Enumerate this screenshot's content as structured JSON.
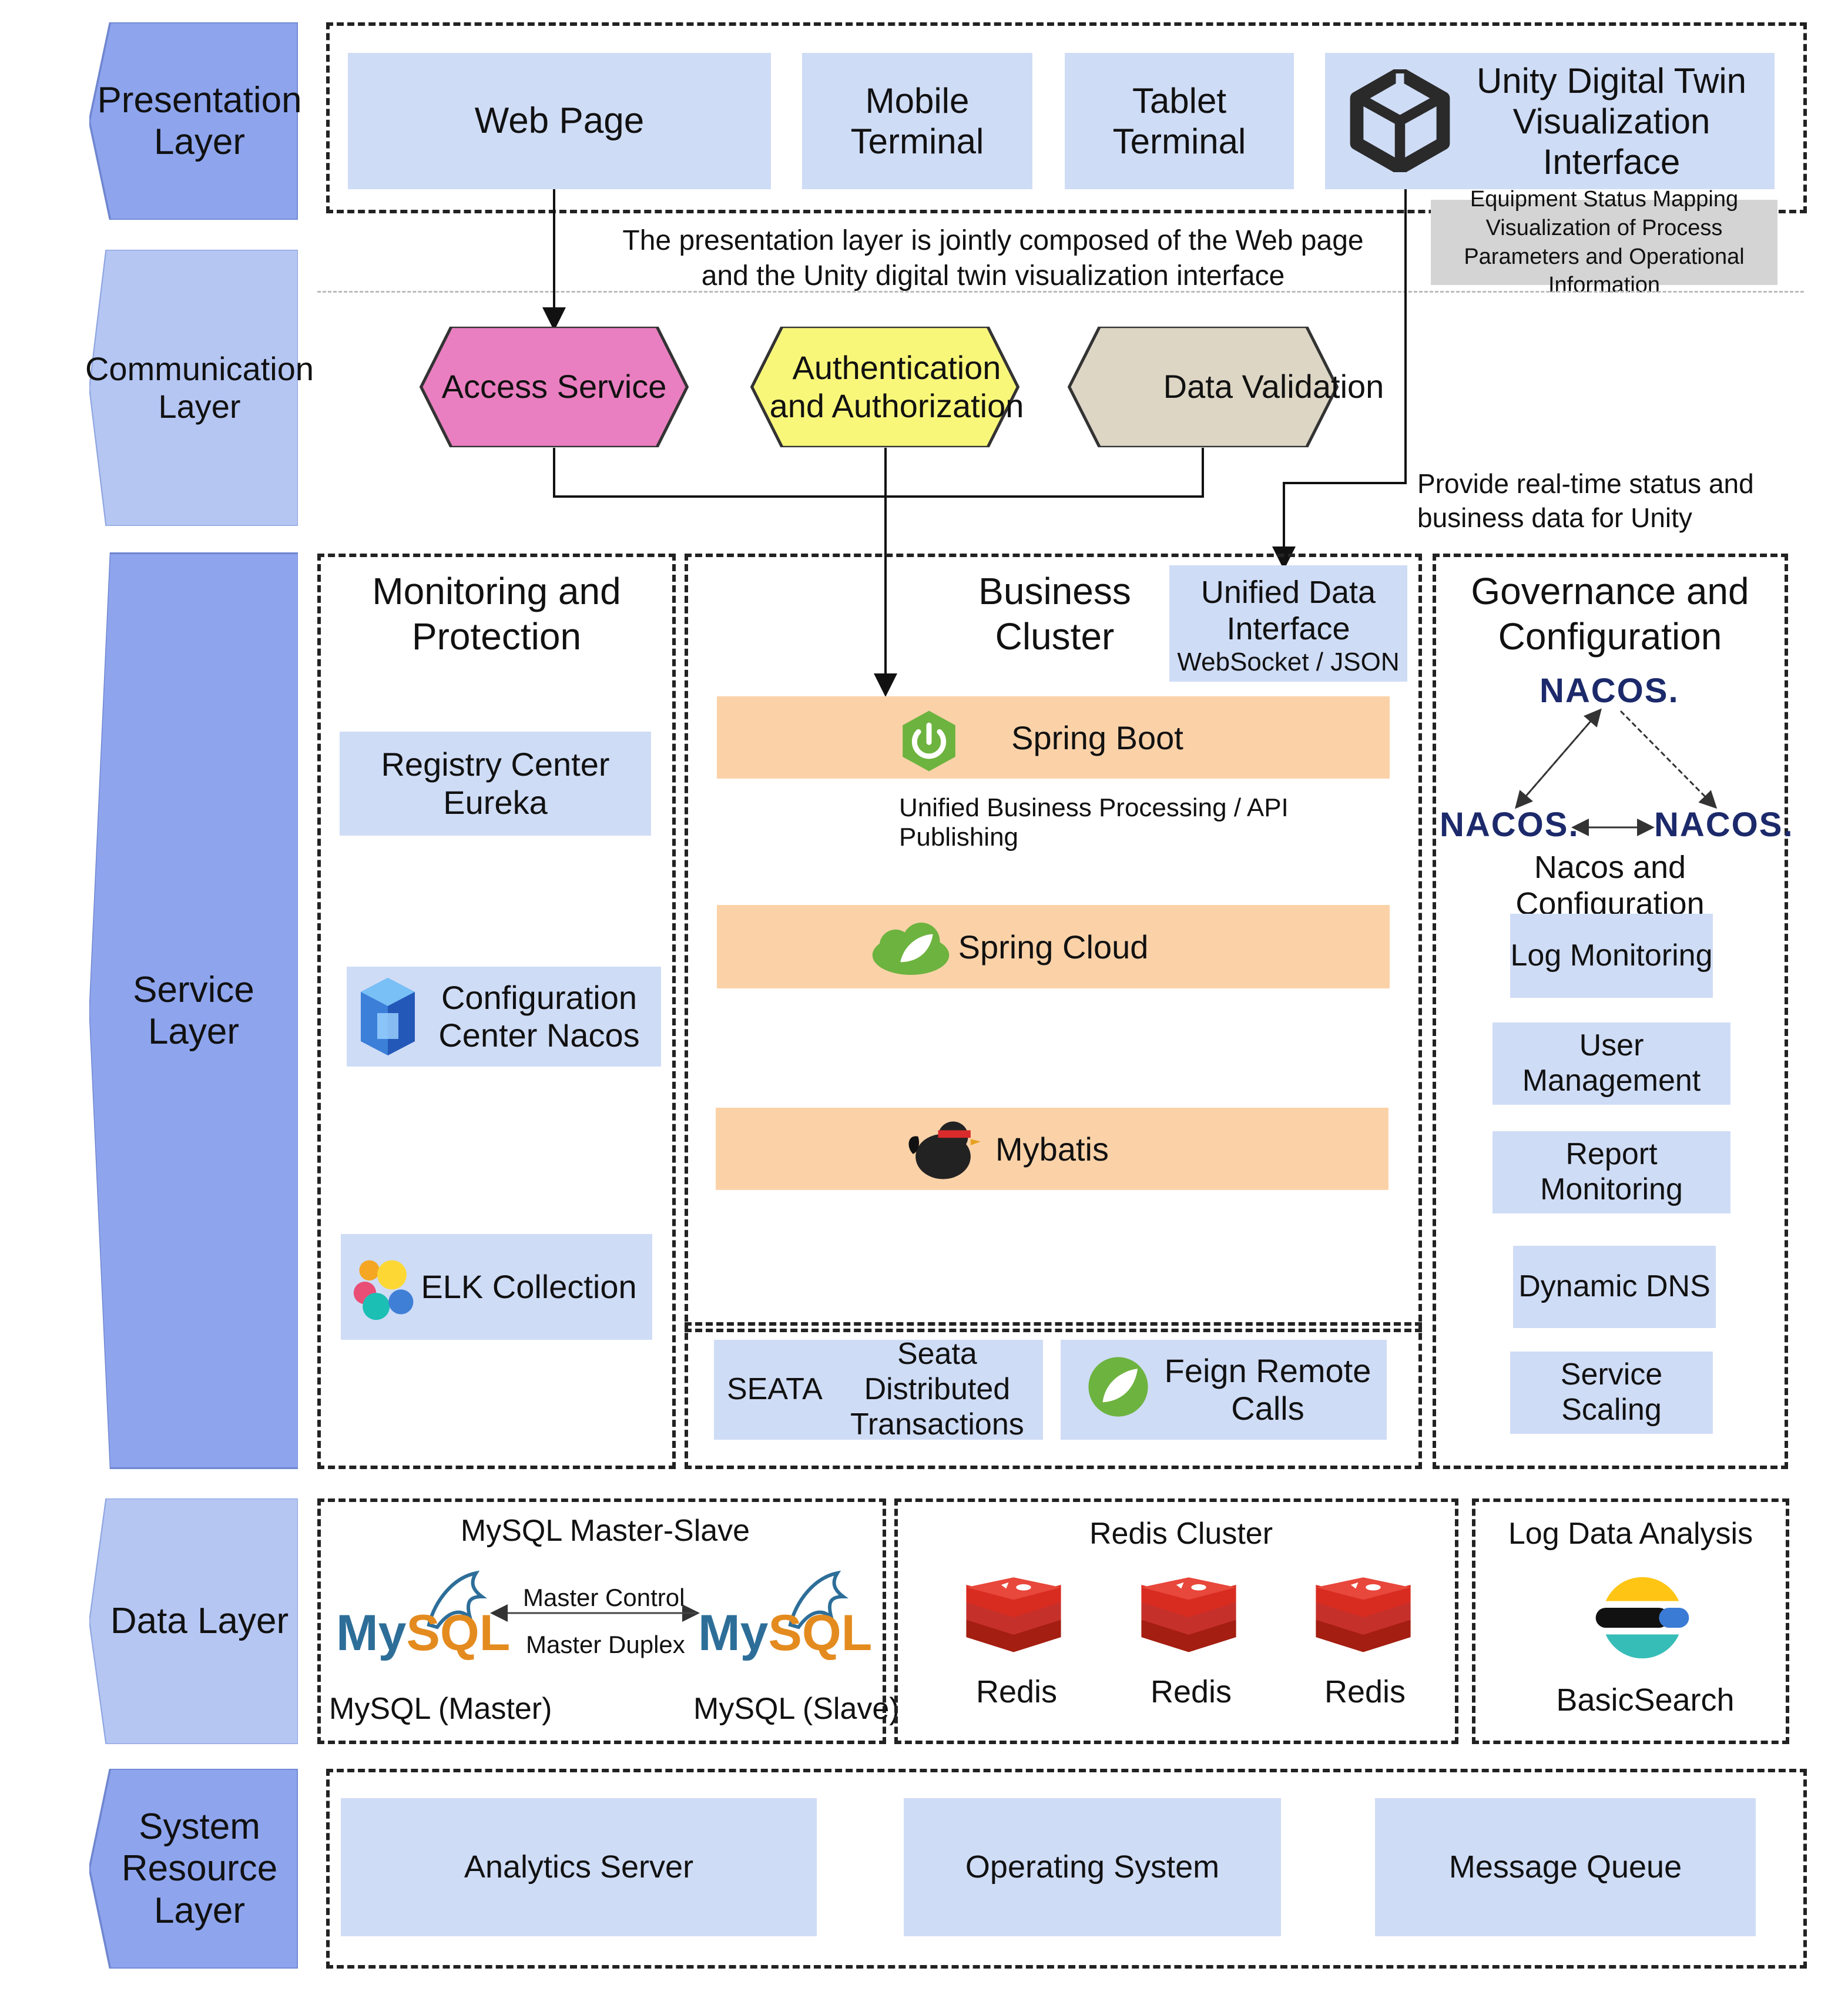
{
  "layers": {
    "presentation": "Presentation Layer",
    "communication": "Communication Layer",
    "service": "Service Layer",
    "data": "Data Layer",
    "system": "System Resource Layer"
  },
  "presentation": {
    "web_page": "Web Page",
    "mobile": "Mobile Terminal",
    "tablet": "Tablet Terminal",
    "unity": "Unity Digital Twin Visualization Interface",
    "caption": "The presentation layer is jointly composed of the Web page and the Unity digital twin visualization interface",
    "unity_note": "Equipment Status Mapping Visualization of Process Parameters and Operational Information"
  },
  "communication": {
    "access": "Access Service",
    "auth": "Authentication and Authorization",
    "validation": "Data Validation",
    "unity_feed": "Provide real-time status and business data for Unity"
  },
  "service": {
    "monitoring": {
      "title": "Monitoring and Protection",
      "registry": "Registry Center Eureka",
      "config": "Configuration Center Nacos",
      "elk": "ELK Collection"
    },
    "business": {
      "title": "Business Cluster",
      "unified_interface": "Unified Data Interface",
      "unified_protocol": "WebSocket / JSON",
      "spring_boot": "Spring Boot",
      "publishing": "Unified Business Processing / API Publishing",
      "spring_cloud": "Spring Cloud",
      "mybatis": "Mybatis",
      "seata_prefix": "SEATA",
      "seata": "Seata Distributed Transactions",
      "feign": "Feign Remote Calls"
    },
    "governance": {
      "title": "Governance and Configuration",
      "nacos_logo": "NACOS.",
      "nacos_caption": "Nacos and Configuration",
      "items": [
        "Log Monitoring",
        "User Management",
        "Report Monitoring",
        "Dynamic DNS",
        "Service Scaling"
      ]
    }
  },
  "data": {
    "mysql_title": "MySQL Master-Slave",
    "mysql_logo_my": "My",
    "mysql_logo_sql": "SQL",
    "master_control": "Master Control",
    "master_duplex": "Master Duplex",
    "mysql_master": "MySQL (Master)",
    "mysql_slave": "MySQL (Slave)",
    "redis_title": "Redis Cluster",
    "redis_nodes": [
      "Redis",
      "Redis",
      "Redis"
    ],
    "log_title": "Log Data Analysis",
    "basicsearch": "BasicSearch"
  },
  "system": {
    "analytics": "Analytics Server",
    "os": "Operating System",
    "mq": "Message Queue"
  },
  "colors": {
    "tab_blue": "#8ea5ee",
    "tab_light": "#b5c6f3",
    "box_blue": "#cfdcf6",
    "orange": "#fbd2a8",
    "pink": "#e97fc0",
    "yellow": "#f9f77a",
    "beige": "#ddd6c5"
  }
}
